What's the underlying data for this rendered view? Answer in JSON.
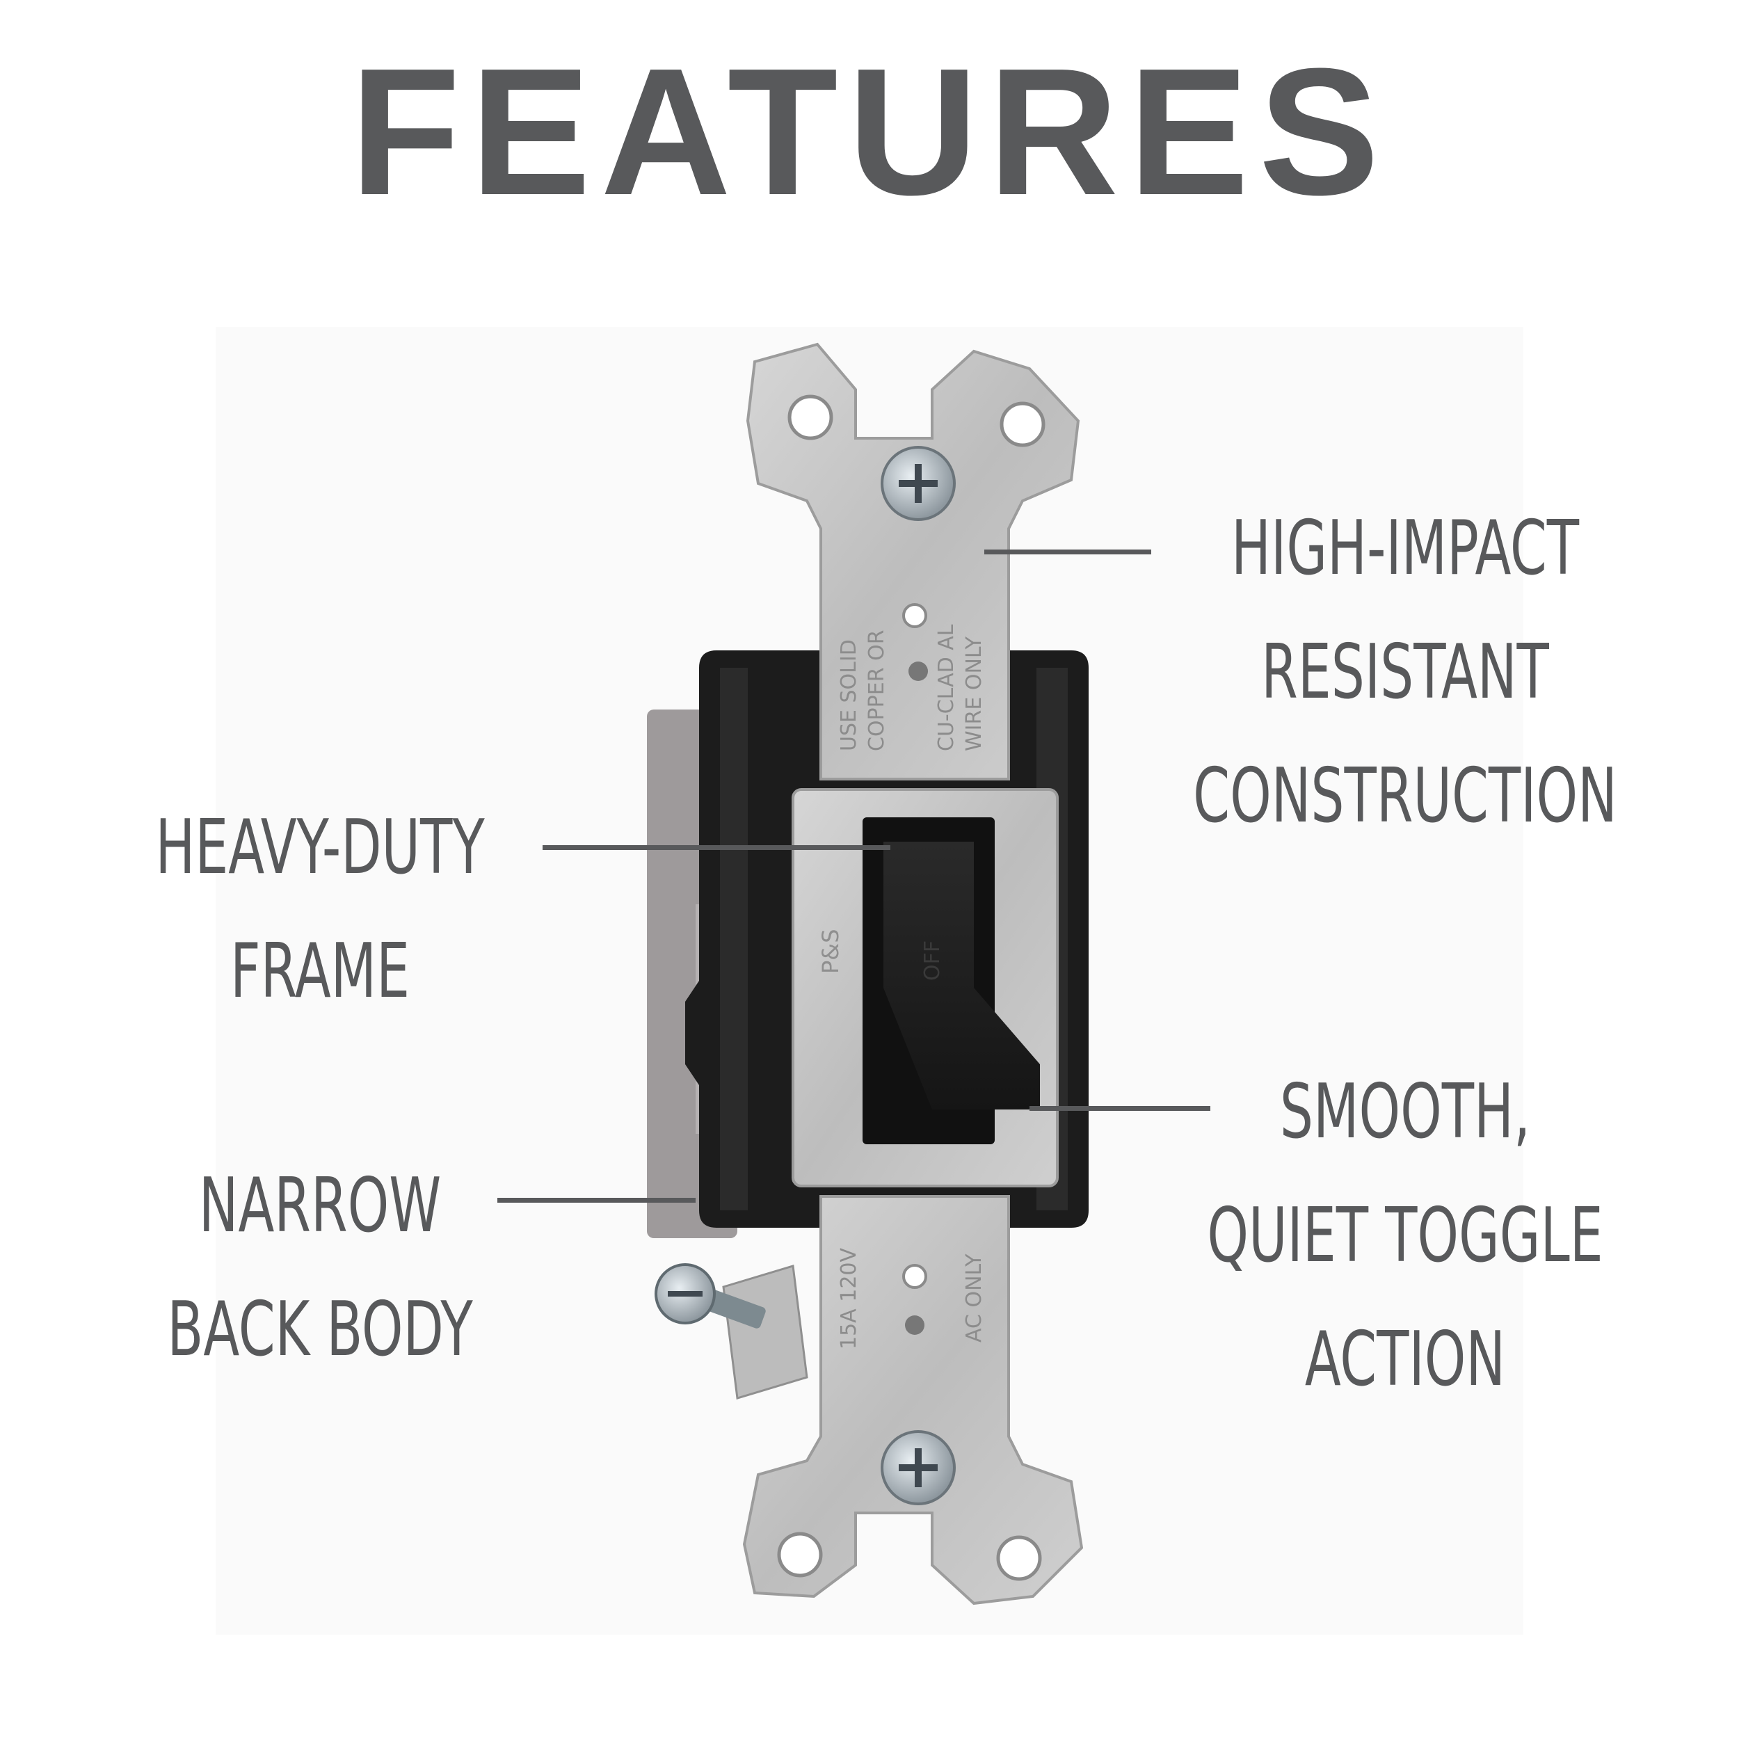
{
  "title": "FEATURES",
  "callouts": {
    "high_impact": [
      "HIGH-IMPACT",
      "RESISTANT",
      "CONSTRUCTION"
    ],
    "heavy_duty": [
      "HEAVY-DUTY",
      "FRAME"
    ],
    "narrow_body": [
      "NARROW",
      "BACK BODY"
    ],
    "smooth_toggle": [
      "SMOOTH,",
      "QUIET TOGGLE",
      "ACTION"
    ]
  },
  "switch_imprints": {
    "wire_text": [
      "USE SOLID",
      "COPPER OR",
      "CU-CLAD AL",
      "WIRE ONLY"
    ],
    "rating": "15A 120V",
    "ac_only": "AC ONLY",
    "toggle_mark": "OFF",
    "brand_mark": "P&S"
  },
  "colors": {
    "text": "#58595b",
    "strap": "#c9c9c9",
    "body": "#1a1a1a",
    "back_body": "#9e9a9b"
  }
}
